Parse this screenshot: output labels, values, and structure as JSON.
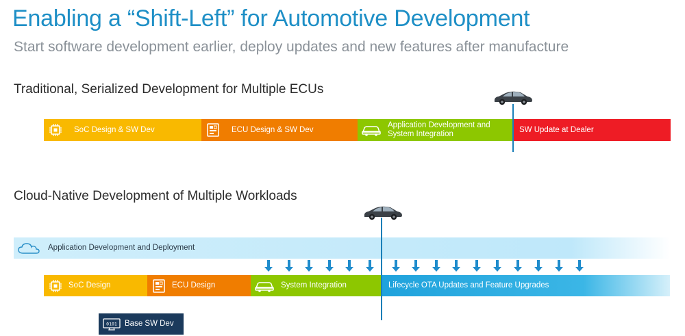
{
  "title": "Enabling a “Shift-Left” for Automotive Development",
  "subtitle": "Start software development earlier, deploy updates and new features after manufacture",
  "traditional": {
    "heading": "Traditional, Serialized Development for Multiple ECUs",
    "stages": [
      {
        "label": "SoC Design & SW Dev",
        "icon": "chip-icon",
        "color": "#f9b900"
      },
      {
        "label": "ECU Design & SW Dev",
        "icon": "board-icon",
        "color": "#f07d00"
      },
      {
        "label_line1": "Application Development and",
        "label_line2": "System Integration",
        "icon": "car-icon",
        "color": "#8dc700"
      },
      {
        "label": "SW Update at Dealer",
        "color": "#ee1c25"
      }
    ]
  },
  "cloud": {
    "heading": "Cloud-Native Development of Multiple Workloads",
    "app_band": {
      "label": "Application Development and Deployment",
      "icon": "cloud-icon"
    },
    "stages": [
      {
        "label": "SoC Design",
        "icon": "chip-icon",
        "color": "#f9b900"
      },
      {
        "label": "ECU Design",
        "icon": "board-icon",
        "color": "#f07d00"
      },
      {
        "label": "System Integration",
        "icon": "car-icon",
        "color": "#8dc700"
      },
      {
        "label": "Lifecycle OTA Updates and Feature Upgrades",
        "color": "#29a9df"
      }
    ],
    "base": {
      "label": "Base SW Dev",
      "icon": "binary-monitor-icon",
      "color": "#1b3a5c"
    }
  },
  "colors": {
    "accent": "#1e8fc6",
    "marker_line": "#1a7fb8",
    "arrow": "#1f8ccc"
  }
}
